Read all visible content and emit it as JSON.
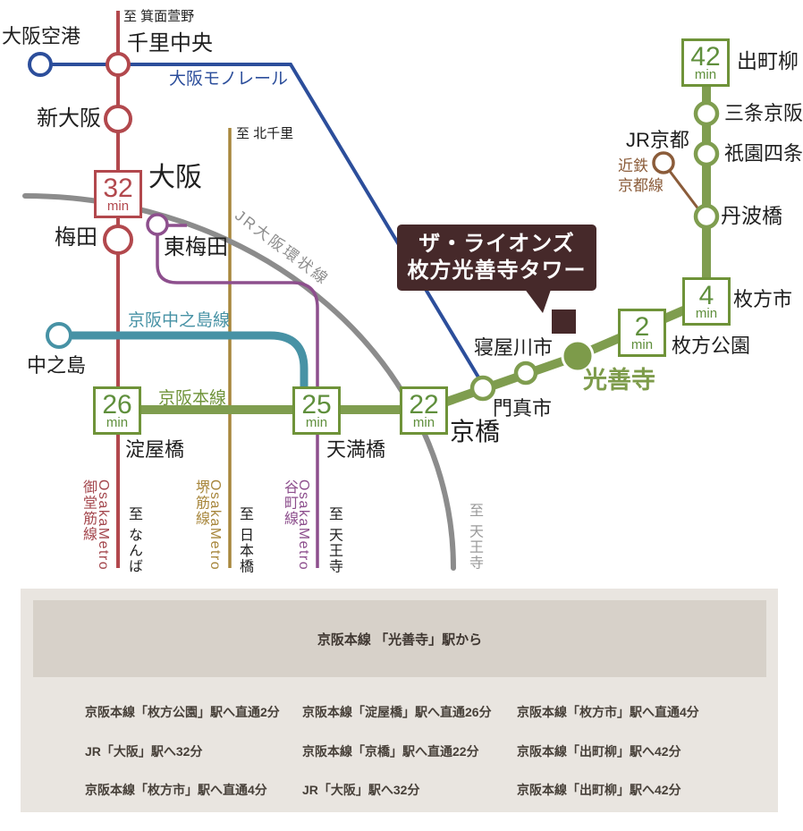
{
  "map": {
    "property": {
      "line1": "ザ・ライオンズ",
      "line2": "枚方光善寺タワー"
    },
    "stations": {
      "osaka_airport": "大阪空港",
      "senri_chuo": "千里中央",
      "shin_osaka": "新大阪",
      "osaka": "大阪",
      "umeda": "梅田",
      "higashi_umeda": "東梅田",
      "nakanoshima": "中之島",
      "yodoyabashi": "淀屋橋",
      "temmabashi": "天満橋",
      "kyobashi": "京橋",
      "kadoma_shi": "門真市",
      "neyagawa_shi": "寝屋川市",
      "kozenji": "光善寺",
      "hirakata_koen": "枚方公園",
      "hirakata_shi": "枚方市",
      "tambabashi": "丹波橋",
      "gion_shijo": "祇園四条",
      "sanjo_keihan": "三条京阪",
      "demachiyanagi": "出町柳",
      "jr_kyoto": "JR京都"
    },
    "lines": {
      "monorail": "大阪モノレール",
      "jr_loop": "JR大阪環状線",
      "nakanoshima_line": "京阪中之島線",
      "keihan_main": "京阪本線",
      "kintetsu_1": "近鉄",
      "kintetsu_2": "京都線",
      "osaka_metro": "OsakaMetro",
      "midosuji": "御堂筋線",
      "sakaisuji": "堺筋線",
      "tanimachi": "谷町線"
    },
    "directions": {
      "minoh_kayano": "至 箕面萱野",
      "kita_senri": "至 北千里",
      "namba": "至 なんば",
      "nipponbashi": "至 日本橋",
      "tennoji": "至 天王寺"
    },
    "times": {
      "osaka": {
        "value": "32",
        "unit": "min"
      },
      "yodoyabashi": {
        "value": "26",
        "unit": "min"
      },
      "temmabashi": {
        "value": "25",
        "unit": "min"
      },
      "kyobashi": {
        "value": "22",
        "unit": "min"
      },
      "hirakata_koen": {
        "value": "2",
        "unit": "min"
      },
      "hirakata_shi": {
        "value": "4",
        "unit": "min"
      },
      "demachiyanagi": {
        "value": "42",
        "unit": "min"
      }
    },
    "colors": {
      "keihan_green": "#7f9d4f",
      "midosuji_red": "#b2484d",
      "monorail_blue": "#2c4e9b",
      "nakanoshima_teal": "#4792a5",
      "tanimachi_purple": "#8d4f8d",
      "sakaisuji_gold": "#a8873d",
      "kintetsu_brown": "#8b5c3a",
      "jr_gray": "#8c8c8c",
      "property_brown": "#46292a"
    }
  },
  "panel": {
    "header": "京阪本線 「光善寺」駅から",
    "colors": {
      "panel_bg": "#e9e5e0",
      "header_bg": "#d7d1c9"
    },
    "rows": [
      [
        "京阪本線「枚方公園」駅へ直通2分",
        "京阪本線「淀屋橋」駅へ直通26分",
        "京阪本線「枚方市」駅へ直通4分"
      ],
      [
        "JR「大阪」駅へ32分",
        "京阪本線「京橋」駅へ直通22分",
        "京阪本線「出町柳」駅へ42分"
      ],
      [
        "京阪本線「枚方市」駅へ直通4分",
        "JR「大阪」駅へ32分",
        "京阪本線「出町柳」駅へ42分"
      ]
    ]
  }
}
